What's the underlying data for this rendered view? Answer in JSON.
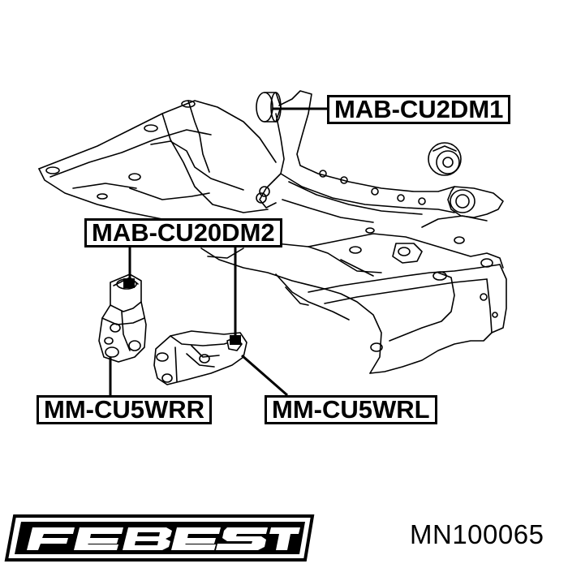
{
  "callouts": {
    "upper_right": "MAB-CU2DM1",
    "middle_left": "MAB-CU20DM2",
    "bottom_left": "MM-CU5WRR",
    "bottom_right": "MM-CU5WRL"
  },
  "brand": {
    "logo_text": "FEBEST",
    "icon": "febest-logo"
  },
  "part_number": "MN100065",
  "colors": {
    "ink": "#000000",
    "background": "#ffffff"
  }
}
